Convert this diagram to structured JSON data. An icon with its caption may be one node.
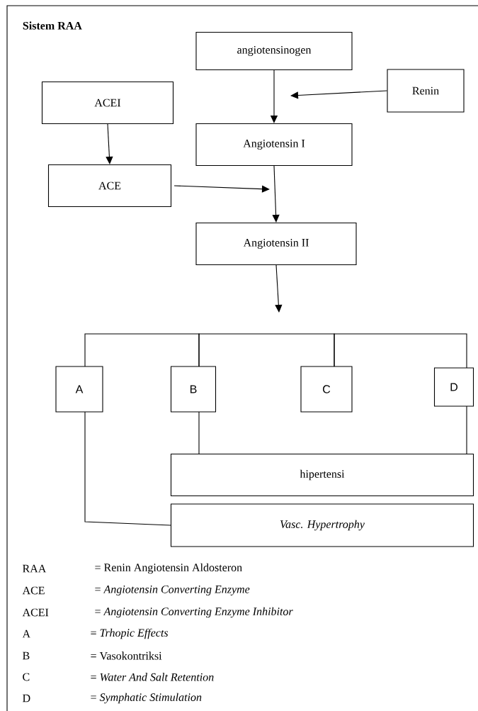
{
  "diagram": {
    "title": "Sistem RAA",
    "nodes": [
      {
        "text": [
          "angiotensinogen"
        ]
      },
      {
        "text": [
          "Renin"
        ]
      },
      {
        "text": [
          "ACEI"
        ]
      },
      {
        "text": [
          "Angiotensin I"
        ]
      },
      {
        "text": [
          "ACE"
        ]
      },
      {
        "text": [
          "Angiotensin II"
        ]
      },
      {
        "text": [
          "A"
        ]
      },
      {
        "text": [
          "B"
        ]
      },
      {
        "text": [
          "C"
        ]
      },
      {
        "text": [
          "D"
        ]
      },
      {
        "text": [
          "hipertensi"
        ]
      },
      {
        "text": [
          "Vasc. Hypertrophy"
        ]
      }
    ],
    "edges": [
      {
        "from": 0,
        "to": 3,
        "arrow": "to"
      },
      {
        "from": 1,
        "to": null,
        "arrow": "to"
      },
      {
        "from": 2,
        "to": 4,
        "arrow": "to"
      },
      {
        "from": 3,
        "to": 5,
        "arrow": "to"
      },
      {
        "from": 4,
        "to": null,
        "arrow": "to"
      },
      {
        "from": 5,
        "to": null,
        "arrow": "to"
      },
      {
        "from": 6,
        "to": 7,
        "arrow": "none"
      },
      {
        "from": 7,
        "to": 8,
        "arrow": "none"
      },
      {
        "from": 8,
        "to": 9,
        "arrow": "none"
      },
      {
        "from": 7,
        "to": 10,
        "arrow": "none"
      },
      {
        "from": 9,
        "to": 10,
        "arrow": "none"
      },
      {
        "from": 6,
        "to": 11,
        "arrow": "none"
      }
    ],
    "labels": [
      "RAA",
      "= Renin Angiotensin Aldosteron",
      "ACE",
      "= *Angiotensin Converting Enzyme*",
      "ACEI",
      "= *Angiotensin Converting Enzyme Inhibitor*",
      "A",
      "= *Trhopic Effects*",
      "B",
      "= Vasokontriksi",
      "C",
      "= *Water And Salt Retention*",
      "D",
      "= *Symphatic Stimulation*"
    ]
  }
}
